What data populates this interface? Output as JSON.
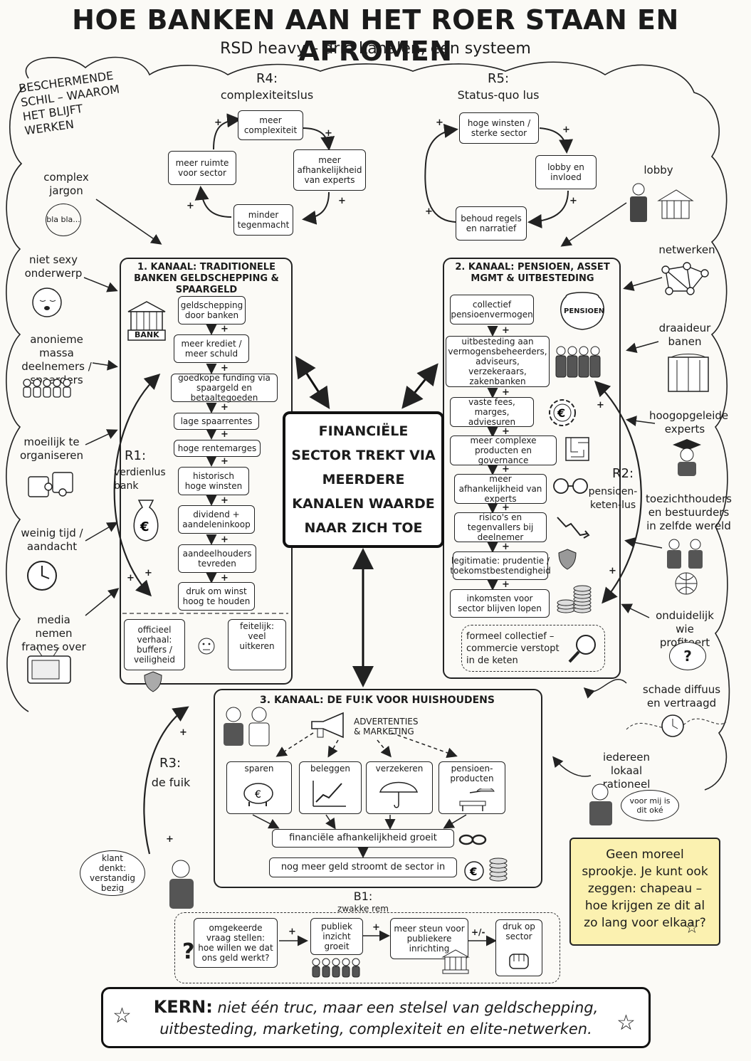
{
  "header": {
    "title": "HOE BANKEN AAN HET ROER STAAN EN AFROMEN",
    "subtitle": "RSD heavy – drie kanalen, één systeem"
  },
  "shell": {
    "title": "BESCHERMENDE SCHIL – WAAROM HET BLIJFT WERKEN",
    "left": [
      "complex jargon",
      "niet sexy onderwerp",
      "anonieme massa deelnemers / spaarders",
      "moeilijk te organiseren",
      "weinig tijd / aandacht",
      "media nemen frames over"
    ],
    "speech_bla": "bla bla...",
    "right": [
      "lobby",
      "netwerken",
      "draaideur banen",
      "hoogopgeleide experts",
      "toezichthouders en bestuurders in zelfde wereld",
      "onduidelijk wie profiteert",
      "schade diffuus en vertraagd",
      "iedereen lokaal rationeel"
    ],
    "speech_ok": "voor mij is dit oké",
    "question_mark": "?"
  },
  "r4": {
    "name": "R4:",
    "desc": "complexiteitslus",
    "nodes": [
      "meer complexiteit",
      "meer afhankelijkheid van experts",
      "minder tegenmacht",
      "meer ruimte voor sector"
    ]
  },
  "r5": {
    "name": "R5:",
    "desc": "Status-quo lus",
    "nodes": [
      "hoge winsten / sterke sector",
      "lobby en invloed",
      "behoud regels en narratief"
    ]
  },
  "channel1": {
    "title": "1. KANAAL: TRADITIONELE BANKEN GELDSCHEPPING & SPAARGELD",
    "bank_label": "BANK",
    "steps": [
      "geldschepping door banken",
      "meer krediet / meer schuld",
      "goedkope funding via spaargeld en betaaltegoeden",
      "lage spaarrentes",
      "hoge rentemarges",
      "historisch hoge winsten",
      "dividend + aandeleninkoop",
      "aandeelhouders tevreden",
      "druk om winst hoog te houden"
    ],
    "official": "officieel verhaal: buffers / veiligheid",
    "factual": "feitelijk: veel uitkeren"
  },
  "r1": {
    "name": "R1:",
    "desc": "verdienlus bank"
  },
  "channel2": {
    "title": "2. KANAAL: PENSIOEN, ASSET MGMT & UITBESTEDING",
    "pot_label": "PENSIOEN",
    "steps": [
      "collectief pensioenvermogen",
      "uitbesteding aan vermogensbeheerders, adviseurs, verzekeraars, zakenbanken",
      "vaste fees, marges, adviesuren",
      "meer complexe producten en governance",
      "meer afhankelijkheid van experts",
      "risico's en tegenvallers bij deelnemer",
      "legitimatie: prudentie / toekomstbestendigheid",
      "inkomsten voor sector blijven lopen"
    ],
    "hidden": "formeel collectief – commercie verstopt in de keten"
  },
  "r2": {
    "name": "R2:",
    "desc": "pensioen- keten-lus"
  },
  "center": {
    "text": "FINANCIËLE SECTOR TREKT VIA MEERDERE KANALEN WAARDE NAAR ZICH TOE"
  },
  "channel3": {
    "title": "3. KANAAL: DE FU!K VOOR HUISHOUDENS",
    "ads": "ADVERTENTIES & MARKETING",
    "products": [
      "sparen",
      "beleggen",
      "verzekeren",
      "pensioen- producten"
    ],
    "flow": [
      "financiële afhankelijkheid groeit",
      "nog meer geld stroomt de sector in"
    ]
  },
  "r3": {
    "name": "R3:",
    "desc": "de fuik",
    "thought": "klant denkt: verstandig bezig"
  },
  "b1": {
    "name": "B1:",
    "desc": "zwakke rem",
    "steps": [
      "omgekeerde vraag stellen: hoe willen we dat ons geld werkt?",
      "publiek inzicht groeit",
      "meer steun voor publiekere inrichting",
      "druk op sector"
    ],
    "sign": "+/-"
  },
  "note": {
    "text": "Geen moreel sprookje. Je kunt ook zeggen: chapeau – hoe krijgen ze dit al zo lang voor elkaar?"
  },
  "core": {
    "label": "KERN:",
    "text": "niet één truc, maar een stelsel van geldschepping, uitbesteding, marketing, complexiteit en elite-netwerken."
  },
  "signs": {
    "plus": "+"
  }
}
